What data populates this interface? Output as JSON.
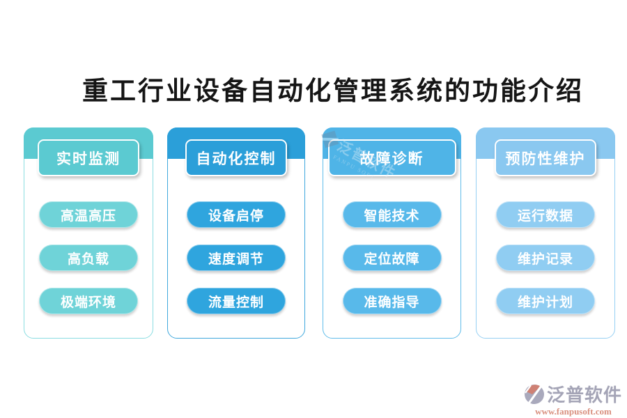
{
  "page": {
    "title": "重工行业设备自动化管理系统的功能介绍",
    "background": "#ffffff",
    "title_color": "#151515"
  },
  "cards": [
    {
      "header": "实时监测",
      "items": [
        "高温高压",
        "高负载",
        "极端环境"
      ],
      "color": "#5BCAD1",
      "pill_color": "#6FD3D8",
      "border_color": "#8ADDE1"
    },
    {
      "header": "自动化控制",
      "items": [
        "设备启停",
        "速度调节",
        "流量控制"
      ],
      "color": "#2B9FD9",
      "pill_color": "#2FA5DE",
      "border_color": "#3FA8DD"
    },
    {
      "header": "故障诊断",
      "items": [
        "智能技术",
        "定位故障",
        "准确指导"
      ],
      "color": "#4FB4E7",
      "pill_color": "#58B9EA",
      "border_color": "#5FBCEA"
    },
    {
      "header": "预防性维护",
      "items": [
        "运行数据",
        "维护记录",
        "维护计划"
      ],
      "color": "#8AC8F0",
      "pill_color": "#90CDF2",
      "border_color": "#96D0F3"
    }
  ],
  "watermark": {
    "brand": "泛普软件",
    "subtext": "FANPU SOFT"
  },
  "footer": {
    "brand": "泛普软件",
    "url": "www.fanpusoft.com",
    "brand_color": "#A4A4B6",
    "url_color": "#D9907F",
    "logo_gray": "#A9A9BC",
    "logo_salmon": "#CF8174"
  }
}
